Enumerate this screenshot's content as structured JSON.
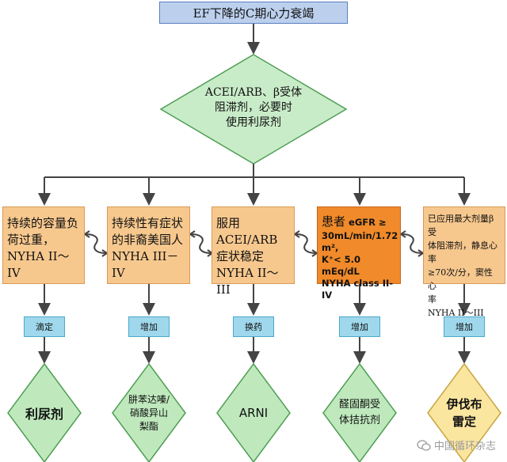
{
  "title": "EF下降的C期心力衰竭",
  "decision": {
    "lines": [
      "ACEI/ARB、β受体",
      "阻滞剂，必要时",
      "使用利尿剂"
    ]
  },
  "conditions": [
    {
      "lines": [
        "持续的容量负",
        "荷过重，",
        "NYHA II～IV"
      ]
    },
    {
      "lines": [
        "持续性有症状",
        "的非裔美国人",
        "NYHA III－IV"
      ]
    },
    {
      "lines": [
        "服用ACEI/ARB",
        "症状稳定",
        "NYHA II～III"
      ]
    },
    {
      "prefix": "患者",
      "lines": [
        "eGFR ≥",
        "30mL/min/1.72 m²,",
        "K⁺< 5.0 mEq/dL",
        "NYHA class II-IV"
      ]
    },
    {
      "lines": [
        "已应用最大剂量β受",
        "体阻滞剂，静息心率",
        "≥70次/分，窦性心",
        "率",
        "NYHA II～III"
      ]
    }
  ],
  "actions": [
    "滴定",
    "增加",
    "换药",
    "增加",
    "增加"
  ],
  "results": [
    {
      "lines": [
        "利尿剂"
      ]
    },
    {
      "lines": [
        "肼苯达嗪/",
        "硝酸异山",
        "梨酯"
      ]
    },
    {
      "lines": [
        "ARNI"
      ]
    },
    {
      "lines": [
        "醛固酮受",
        "体拮抗剂"
      ]
    },
    {
      "lines": [
        "伊伐布",
        "雷定"
      ]
    }
  ],
  "watermark": "中国循环杂志",
  "colors": {
    "title_fill": "#bcd0ee",
    "diamond_fill": "#c9ecc8",
    "diamond_stroke": "#4f9e55",
    "condition_fill": "#f7c88e",
    "condition_highlight": "#f08a2a",
    "action_fill": "#9fd8ec",
    "result_fill": "#bfe9bd",
    "result_highlight": "#fbe6a0",
    "arrow": "#444444"
  }
}
